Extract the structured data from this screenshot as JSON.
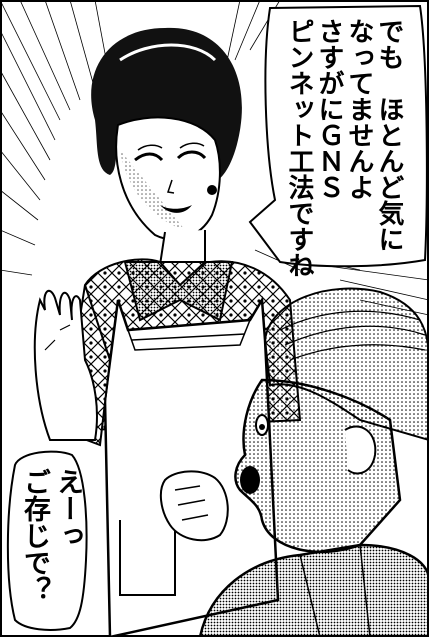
{
  "speech_bubble_woman": {
    "lines": [
      "でも　ほとんど気に",
      "なってませんよ",
      "さすがにＧＮＳ",
      "ピンネット工法ですね"
    ]
  },
  "speech_bubble_man": {
    "lines": [
      "えーっ",
      "ご存じで？"
    ]
  }
}
